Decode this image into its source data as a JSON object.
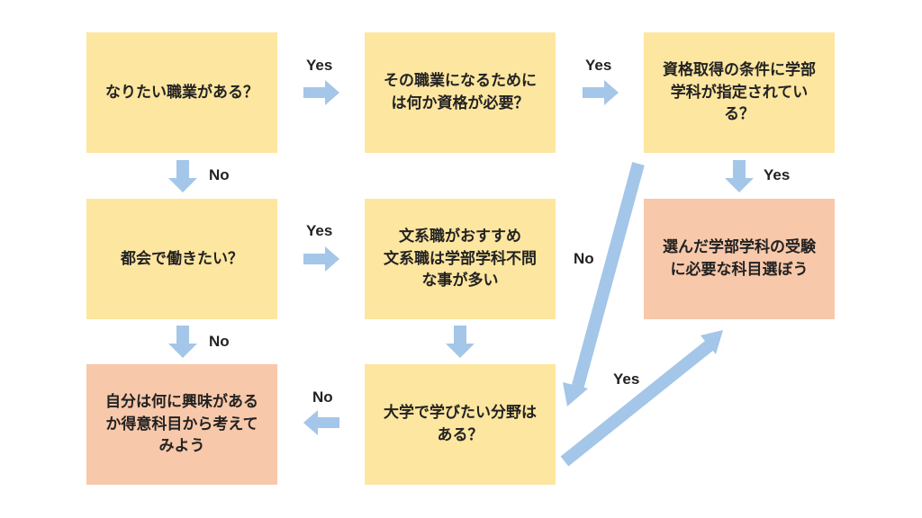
{
  "colors": {
    "question_box": "#FDE6A0",
    "result_box": "#F8C8AA",
    "arrow": "#A4C6E8"
  },
  "nodes": {
    "q1": "なりたい職業がある？",
    "q2": "その職業になるために\nは何か資格が必要？",
    "q3": "資格取得の条件に学部\n学科が指定されてい\nる？",
    "q4": "都会で働きたい？",
    "r_bunkei": "文系職がおすすめ\n文系職は学部学科不問\nな事が多い",
    "r_select": "選んだ学部学科の受験\nに必要な科目選ぼう",
    "r_self": "自分は何に興味がある\nか得意科目から考えて\nみよう",
    "q5": "大学で学びたい分野は\nある？"
  },
  "labels": {
    "q1_q2": "Yes",
    "q2_q3": "Yes",
    "q1_q4": "No",
    "q3_select": "Yes",
    "q4_bunkei": "Yes",
    "q3_q5": "No",
    "q4_self": "No",
    "q5_self": "No",
    "q5_select": "Yes"
  }
}
